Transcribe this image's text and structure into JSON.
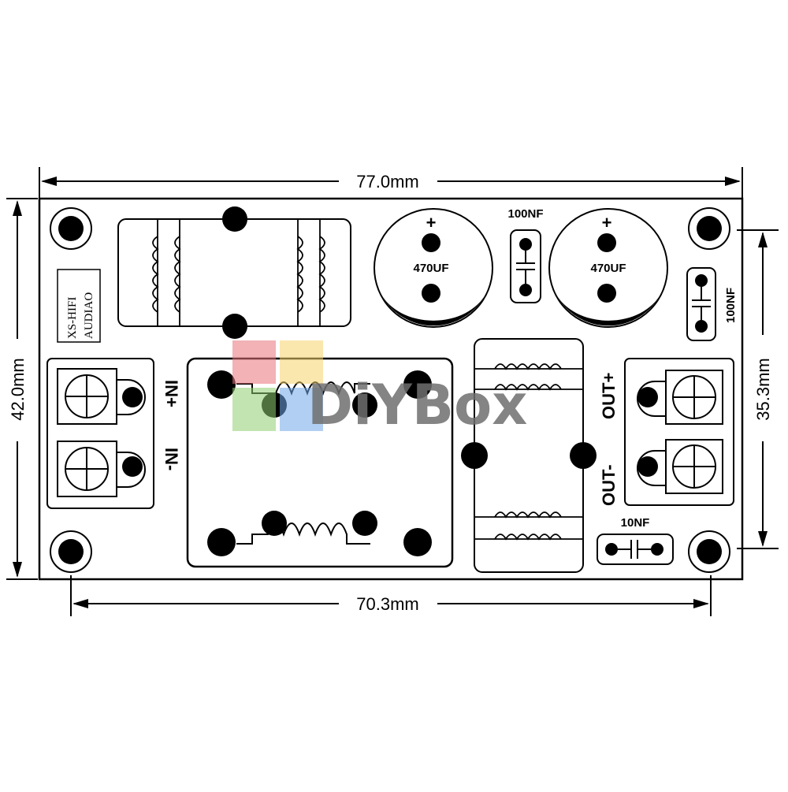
{
  "dimensions": {
    "width_top": "77.0mm",
    "width_bottom": "70.3mm",
    "height_left": "42.0mm",
    "height_right": "35.3mm"
  },
  "brand": {
    "line1": "XS-HIFI",
    "line2": "AUDIAO"
  },
  "components": {
    "cap_left_value": "470UF",
    "cap_right_value": "470UF",
    "cap_plus": "+",
    "cap_top_mid": "100NF",
    "cap_right_side": "100NF",
    "cap_bottom_right": "10NF"
  },
  "terminals": {
    "in_plus": "IN+",
    "in_minus": "IN-",
    "out_plus": "OUT+",
    "out_minus": "OUT-"
  },
  "watermark": {
    "text": "DiYBox",
    "colors": [
      "#e8737a",
      "#f5d36b",
      "#8fce6f",
      "#6fa8e8"
    ]
  }
}
